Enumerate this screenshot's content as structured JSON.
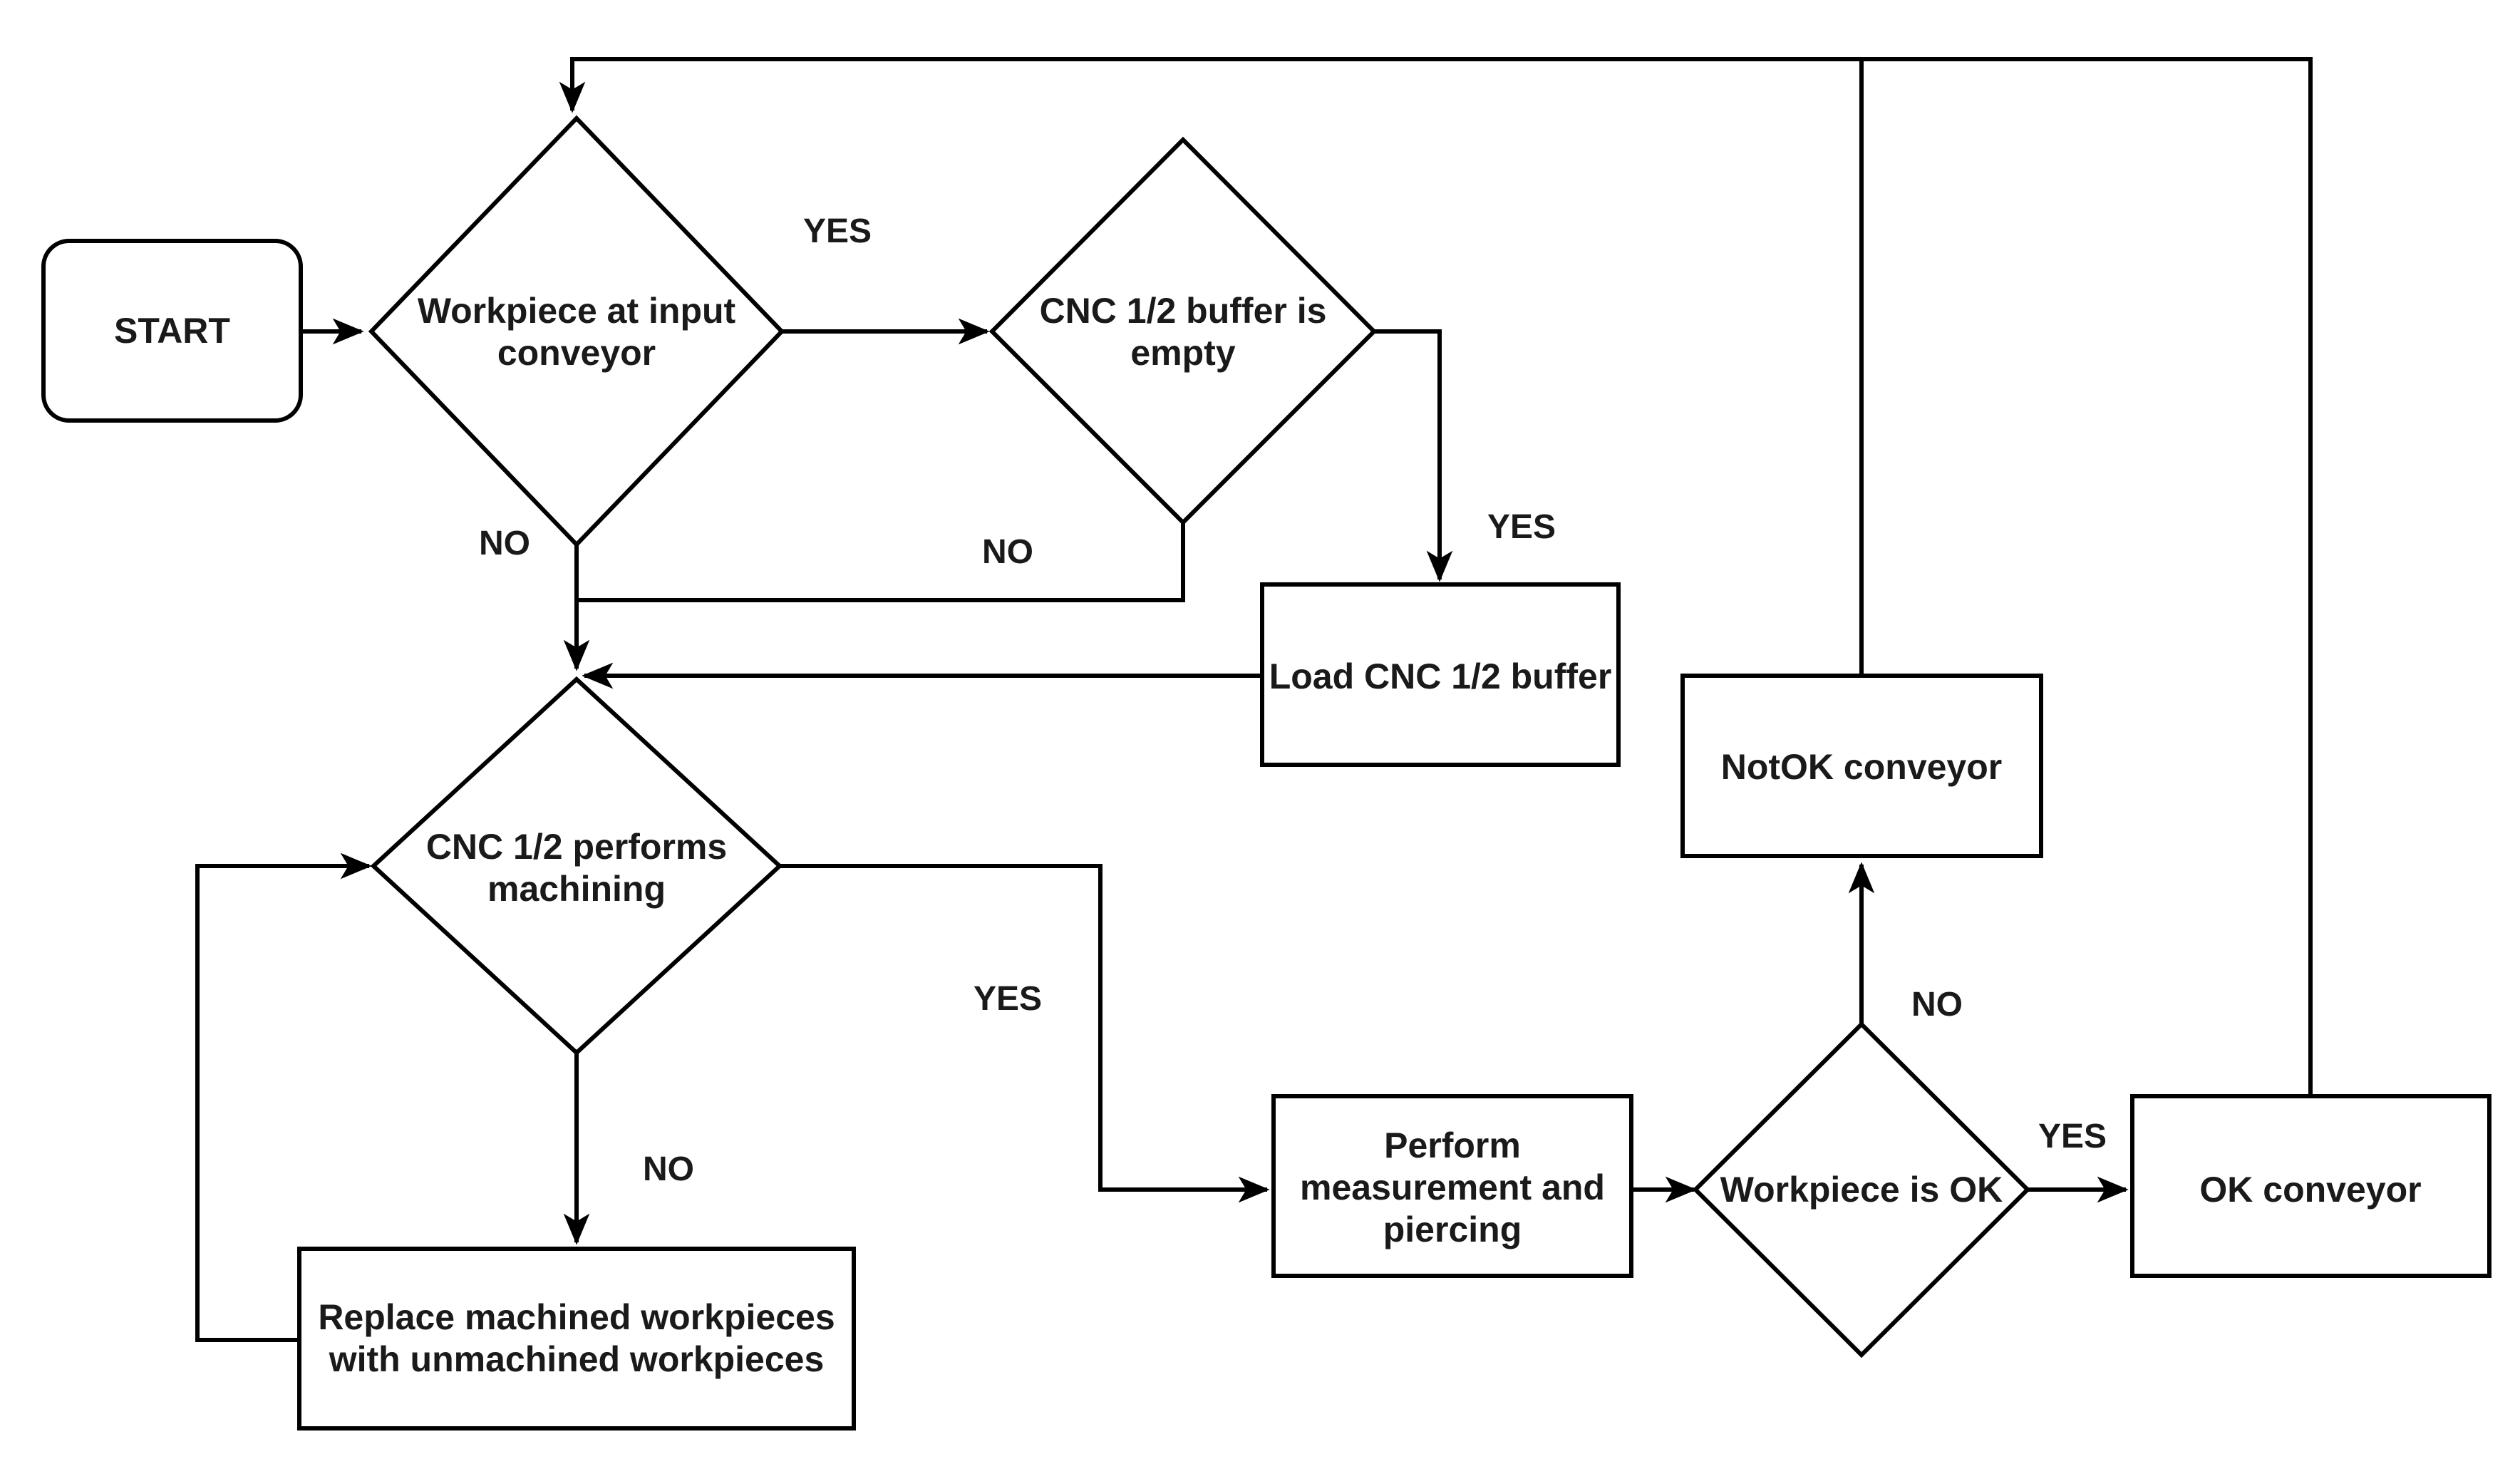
{
  "nodes": {
    "start": {
      "lines": [
        "START"
      ]
    },
    "workpiece_input": {
      "lines": [
        "Workpiece at input",
        "conveyor"
      ]
    },
    "buffer_empty": {
      "lines": [
        "CNC 1/2 buffer is",
        "empty"
      ]
    },
    "load_buffer": {
      "lines": [
        "Load CNC 1/2 buffer"
      ]
    },
    "cnc_machining": {
      "lines": [
        "CNC 1/2 performs",
        "machining"
      ]
    },
    "replace_workpieces": {
      "lines": [
        "Replace machined workpieces",
        "with unmachined workpieces"
      ]
    },
    "measure_pierce": {
      "lines": [
        "Perform",
        "measurement and",
        "piercing"
      ]
    },
    "workpiece_ok": {
      "lines": [
        "Workpiece is OK"
      ]
    },
    "ok_conveyor": {
      "lines": [
        "OK conveyor"
      ]
    },
    "notok_conveyor": {
      "lines": [
        "NotOK conveyor"
      ]
    }
  },
  "edge_labels": {
    "input_yes": "YES",
    "input_no": "NO",
    "buffer_no": "NO",
    "buffer_yes": "YES",
    "machining_yes": "YES",
    "machining_no": "NO",
    "ok_no": "NO",
    "ok_yes": "YES"
  },
  "colors": {
    "stroke": "#000000",
    "text": "#1a1a1a",
    "background": "#ffffff"
  }
}
